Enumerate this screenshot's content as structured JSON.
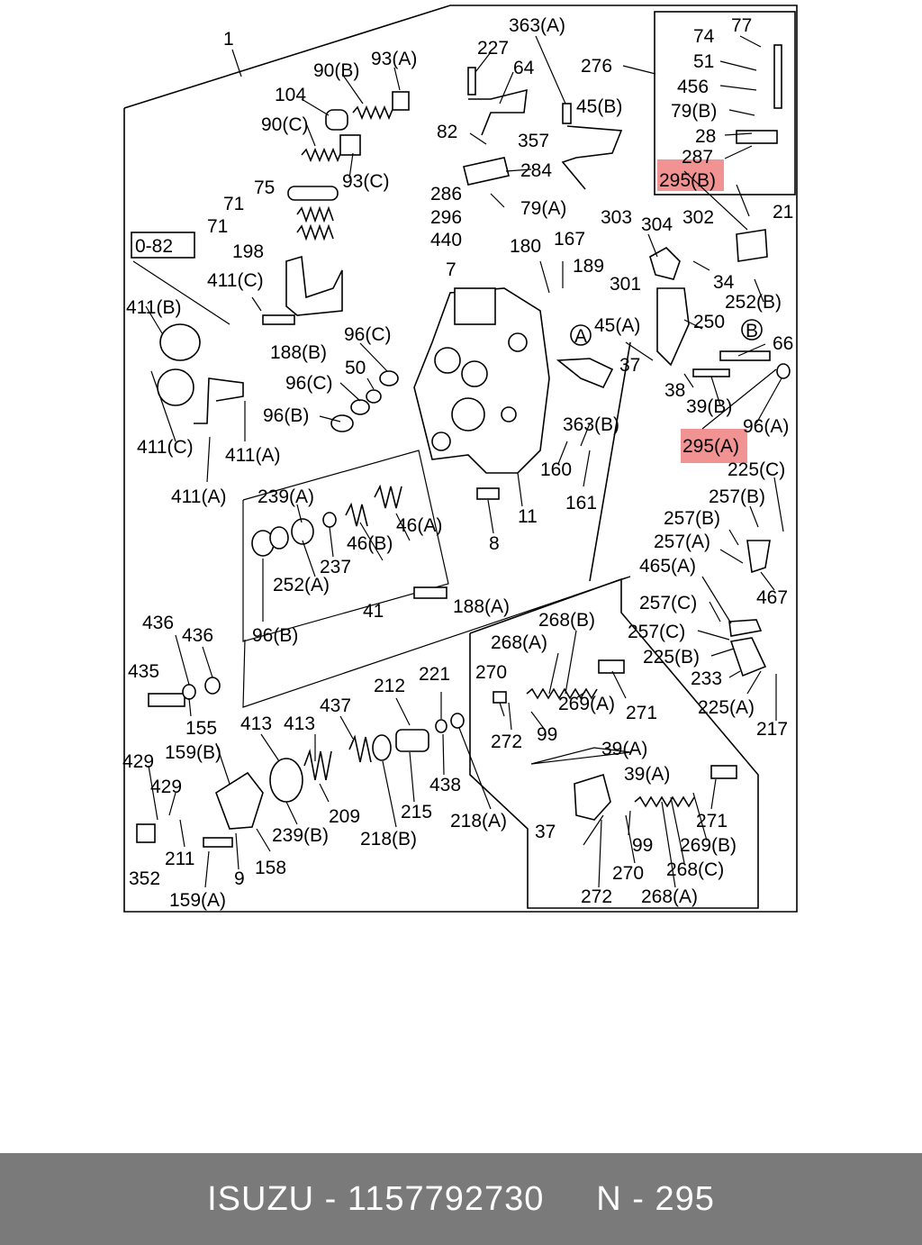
{
  "diagram": {
    "labels": {
      "l1": "1",
      "l0_82": "0-82",
      "l363a": "363(A)",
      "l227": "227",
      "l64": "64",
      "l276": "276",
      "l93a": "93(A)",
      "l90b": "90(B)",
      "l104": "104",
      "l90c": "90(C)",
      "l93c": "93(C)",
      "l75": "75",
      "l71a": "71",
      "l71b": "71",
      "l198": "198",
      "l45b": "45(B)",
      "l82": "82",
      "l357": "357",
      "l284": "284",
      "l286": "286",
      "l296": "296",
      "l440": "440",
      "l79a": "79(A)",
      "l74": "74",
      "l77": "77",
      "l51": "51",
      "l456": "456",
      "l79b": "79(B)",
      "l28": "28",
      "l287": "287",
      "l295b": "295(B)",
      "l21": "21",
      "l303": "303",
      "l304": "304",
      "l302": "302",
      "l180": "180",
      "l167": "167",
      "l189": "189",
      "l7": "7",
      "l301": "301",
      "l34": "34",
      "l252b": "252(B)",
      "l250": "250",
      "l411c1": "411(C)",
      "l411b": "411(B)",
      "l188b": "188(B)",
      "l96c1": "96(C)",
      "l96c2": "96(C)",
      "l50": "50",
      "l96b1": "96(B)",
      "l45a": "45(A)",
      "l37a": "37",
      "lA": "A",
      "lB": "B",
      "l66": "66",
      "l38": "38",
      "l39b": "39(B)",
      "l96a": "96(A)",
      "l295a": "295(A)",
      "l363b": "363(B)",
      "l160": "160",
      "l161": "161",
      "l411c2": "411(C)",
      "l411a1": "411(A)",
      "l411a2": "411(A)",
      "l239a": "239(A)",
      "l46a": "46(A)",
      "l46b": "46(B)",
      "l237": "237",
      "l252a": "252(A)",
      "l41": "41",
      "l96b2": "96(B)",
      "l8": "8",
      "l11": "11",
      "l188a": "188(A)",
      "l225c": "225(C)",
      "l257b1": "257(B)",
      "l257b2": "257(B)",
      "l257a": "257(A)",
      "l465a": "465(A)",
      "l467": "467",
      "l257c1": "257(C)",
      "l257c2": "257(C)",
      "l225b": "225(B)",
      "l233": "233",
      "l225a": "225(A)",
      "l217": "217",
      "l436a": "436",
      "l436b": "436",
      "l435": "435",
      "l155": "155",
      "l413a": "413",
      "l413b": "413",
      "l437": "437",
      "l212": "212",
      "l221": "221",
      "l268b": "268(B)",
      "l268a1": "268(A)",
      "l270a": "270",
      "l269a": "269(A)",
      "l271a": "271",
      "l99a": "99",
      "l272a": "272",
      "l438": "438",
      "l429a": "429",
      "l159b": "159(B)",
      "l429b": "429",
      "l209": "209",
      "l215": "215",
      "l218a": "218(A)",
      "l218b": "218(B)",
      "l239b": "239(B)",
      "l211": "211",
      "l352": "352",
      "l9": "9",
      "l158": "158",
      "l159a": "159(A)",
      "l39a1": "39(A)",
      "l39a2": "39(A)",
      "l37b": "37",
      "l99b": "99",
      "l271b": "271",
      "l269b": "269(B)",
      "l270b": "270",
      "l268c": "268(C)",
      "l272b": "272",
      "l268a2": "268(A)"
    },
    "highlight_color": "#f08080"
  },
  "footer": {
    "brand": "ISUZU",
    "separator": " - ",
    "part_number": "1157792730",
    "gap": "     ",
    "ref": "N - 295",
    "background": "#7a7a7a"
  }
}
